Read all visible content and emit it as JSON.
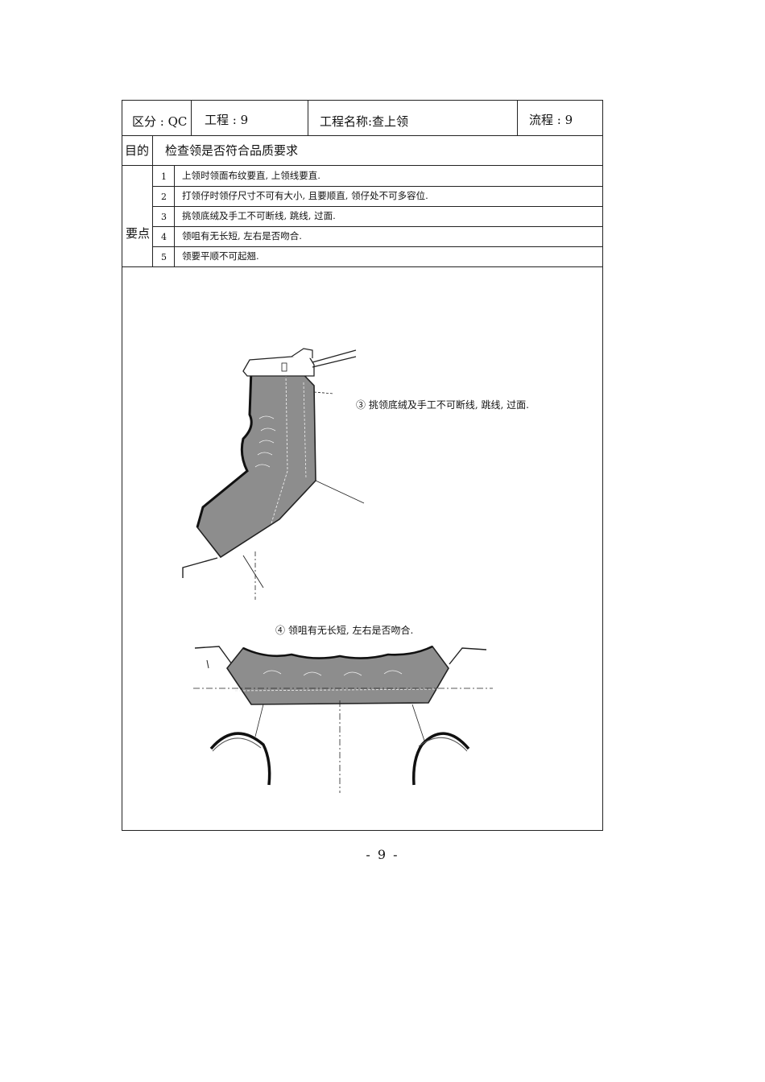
{
  "header": {
    "category": "区分 : QC",
    "process": "工程 : 9",
    "process_name": "工程名称:查上领",
    "flow": "流程 : 9"
  },
  "purpose": {
    "label": "目的",
    "text": "检查领是否符合品质要求"
  },
  "key_points": {
    "label": "要点",
    "items": [
      {
        "n": "1",
        "text": "上领时领面布纹要直, 上领线要直."
      },
      {
        "n": "2",
        "text": "打领仔时领仔尺寸不可有大小, 且要顺直, 领仔处不可多容位."
      },
      {
        "n": "3",
        "text": "挑领底绒及手工不可断线, 跳线, 过面."
      },
      {
        "n": "4",
        "text": "领咀有无长短, 左右是否吻合."
      },
      {
        "n": "5",
        "text": "领要平顺不可起翘."
      }
    ]
  },
  "illustrations": {
    "note_upper": "③ 挑领底绒及手工不可断线, 跳线, 过面.",
    "note_lower": "④ 领咀有无长短, 左右是否吻合."
  },
  "page_number": "- 9 -"
}
